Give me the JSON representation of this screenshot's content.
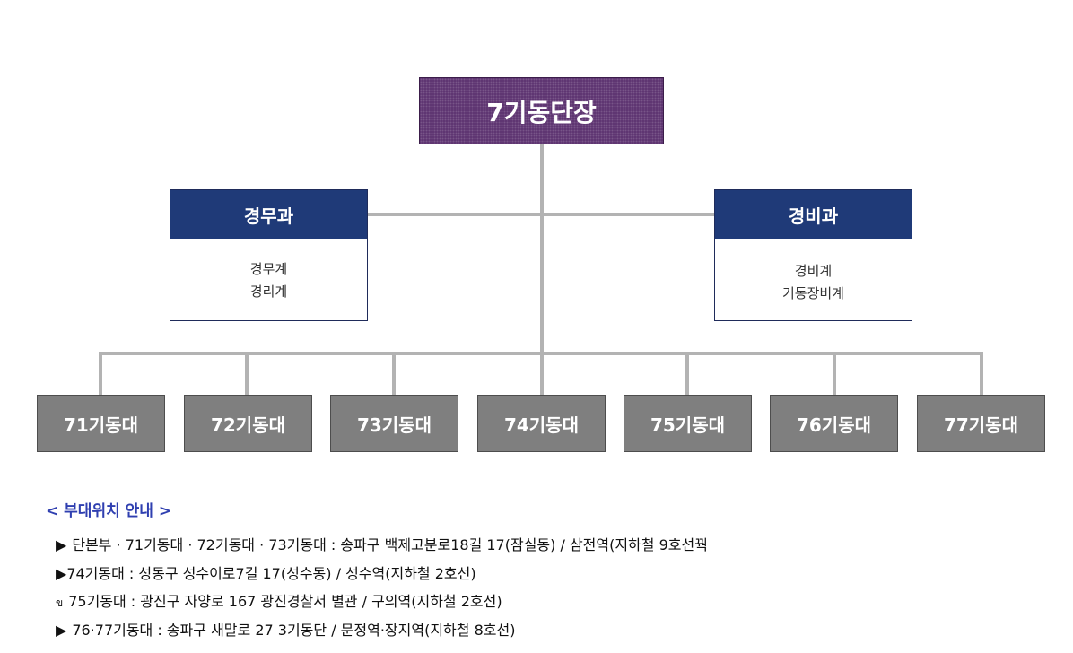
{
  "chart": {
    "top": "7기동단장",
    "departments": [
      {
        "title": "경무과",
        "items": [
          "경무계",
          "경리계"
        ]
      },
      {
        "title": "경비과",
        "items": [
          "경비계",
          "기동장비계"
        ]
      }
    ],
    "units": [
      "71기동대",
      "72기동대",
      "73기동대",
      "74기동대",
      "75기동대",
      "76기동대",
      "77기동대"
    ]
  },
  "location_info": {
    "title": "< 부대위치 안내 >",
    "lines": [
      {
        "bullet": "▶",
        "text": "단본부 · 71기동대 · 72기동대 · 73기동대 : 송파구 백제고분로18길 17(잠실동) / 삼전역(지하철 9호선꿕"
      },
      {
        "bullet": "▶",
        "text": "74기동대 : 성동구 성수이로7길 17(성수동) / 성수역(지하철 2호선)"
      },
      {
        "bullet": "ข",
        "text": "75기동대 : 광진구 자양로 167 광진경찰서 별관 / 구의역(지하철 2호선)"
      },
      {
        "bullet": "▶",
        "text": "76·77기동대 : 송파구 새말로 27 3기동단 / 문정역·장지역(지하철 8호선)"
      }
    ]
  }
}
